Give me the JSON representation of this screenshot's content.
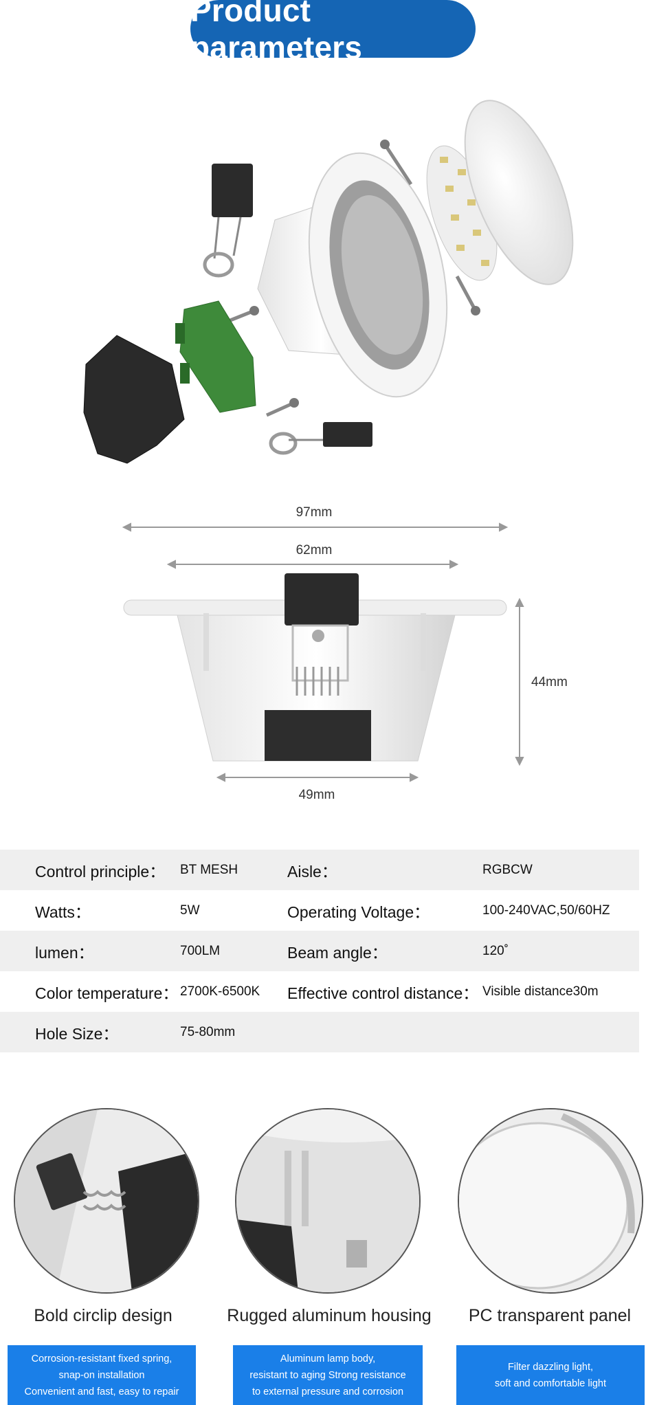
{
  "header": {
    "title": "Product parameters"
  },
  "dimensions": {
    "width_top": "97mm",
    "width_mid": "62mm",
    "height": "44mm",
    "width_bottom": "49mm"
  },
  "specs": {
    "rows": [
      {
        "k1": "Control principle：",
        "v1": "BT MESH",
        "k2": "Aisle：",
        "v2": "RGBCW"
      },
      {
        "k1": "Watts：",
        "v1": "5W",
        "k2": "Operating Voltage：",
        "v2": "100-240VAC,50/60HZ"
      },
      {
        "k1": "lumen：",
        "v1": "700LM",
        "k2": "Beam angle：",
        "v2": "120˚"
      },
      {
        "k1": "Color temperature：",
        "v1": "2700K-6500K",
        "k2": "Effective control distance：",
        "v2": "Visible distance30m"
      },
      {
        "k1": "Hole Size：",
        "v1": "75-80mm",
        "k2": "",
        "v2": ""
      }
    ]
  },
  "features": [
    {
      "title": "Bold circlip design",
      "lines": [
        "Corrosion-resistant fixed spring,",
        "snap-on installation",
        "Convenient and fast, easy to repair"
      ]
    },
    {
      "title": "Rugged aluminum housing",
      "lines": [
        "Aluminum lamp body,",
        "resistant to aging Strong resistance",
        "to external pressure and corrosion"
      ]
    },
    {
      "title": "PC transparent panel",
      "lines": [
        "Filter dazzling light,",
        "soft and comfortable light"
      ]
    }
  ],
  "colors": {
    "accent": "#1565b4",
    "feature_box": "#1a7fe8",
    "row_shade": "#efefef"
  }
}
